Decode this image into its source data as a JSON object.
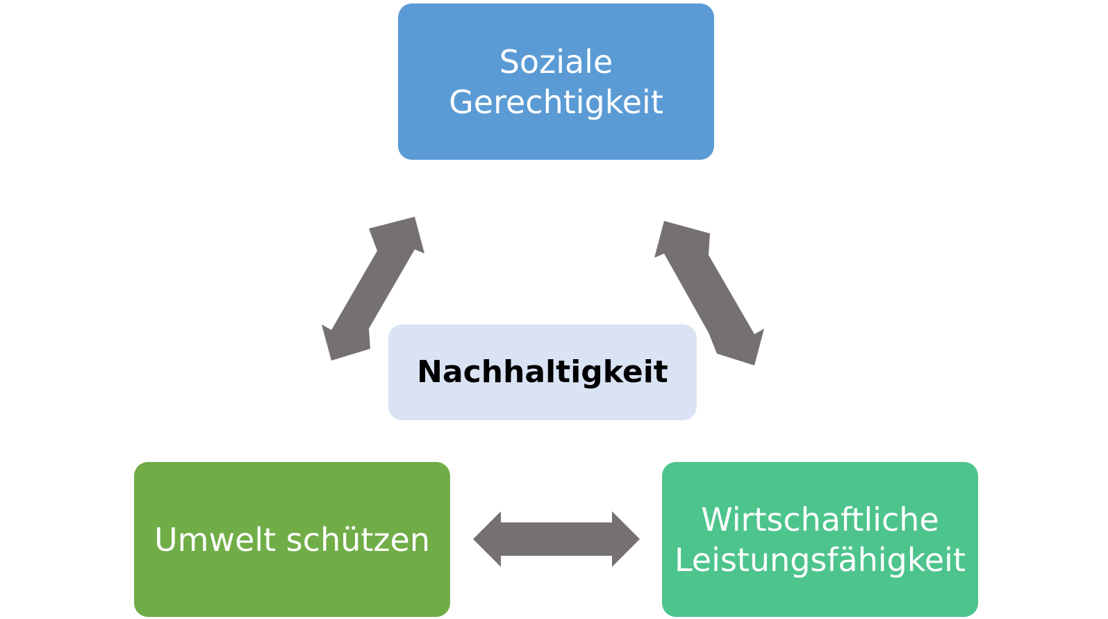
{
  "diagram": {
    "social": {
      "label": "Soziale\nGerechtigkeit",
      "color": "#5B9BD5"
    },
    "environment": {
      "label": "Umwelt schützen",
      "color": "#70AD47"
    },
    "economy": {
      "label": "Wirtschaftliche\nLeistungsfähigkeit",
      "color": "#4DC48C"
    },
    "center": {
      "label": "Nachhaltigkeit",
      "color": "#DAE3F3"
    },
    "arrow_color": "#767171"
  }
}
